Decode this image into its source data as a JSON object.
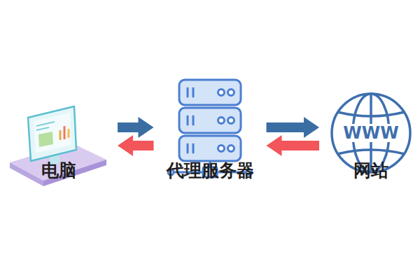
{
  "diagram": {
    "nodes": [
      {
        "text": [
          "电脑"
        ]
      },
      {
        "text": [
          "代理服务器"
        ]
      },
      {
        "text": [
          "网站"
        ]
      }
    ],
    "edges": [
      {
        "from": 0,
        "to": 1,
        "arrow": "to"
      },
      {
        "from": 1,
        "to": 0,
        "arrow": "to"
      },
      {
        "from": 1,
        "to": 2,
        "arrow": "to"
      },
      {
        "from": 2,
        "to": 1,
        "arrow": "to"
      }
    ],
    "labels": [
      "WWW"
    ]
  }
}
